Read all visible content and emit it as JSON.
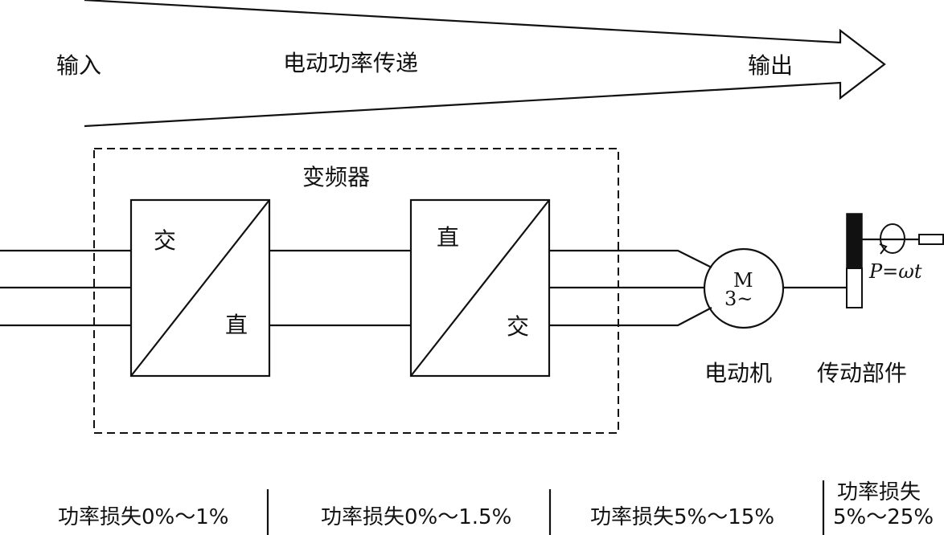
{
  "header": {
    "input": "输入",
    "power_transfer": "电动功率传递",
    "output": "输出"
  },
  "inverter": {
    "title": "变频器",
    "rectifier": {
      "top": "交",
      "bottom": "直"
    },
    "inverter_stage": {
      "top": "直",
      "bottom": "交"
    }
  },
  "motor": {
    "label": "电动机",
    "symbol_top": "M",
    "symbol_bottom": "3~"
  },
  "transmission": {
    "label": "传动部件",
    "formula": "P=ωt"
  },
  "losses": [
    "功率损失0%～1%",
    "功率损失0%～1.5%",
    "功率损失5%～15%",
    {
      "line1": "功率损失",
      "line2": "5%～25%"
    }
  ],
  "colors": {
    "ink": "#111111",
    "background": "#ffffff"
  }
}
